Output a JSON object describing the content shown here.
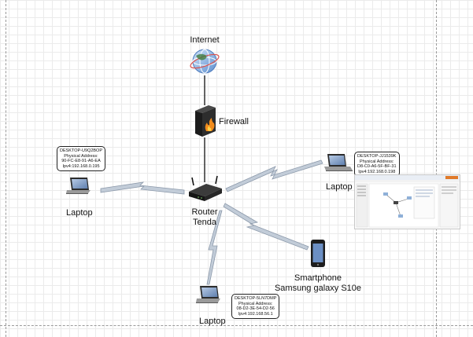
{
  "nodes": {
    "internet": {
      "label": "Internet"
    },
    "firewall": {
      "label": "Firewall"
    },
    "router": {
      "label_line1": "Router",
      "label_line2": "Tenda"
    },
    "laptop_left": {
      "label": "Laptop",
      "info": [
        "DESKTOP-U9Q2BOP",
        "Physical Address:",
        "90-FC-E8-91-A6-EA",
        "Ipv4:192.168.0.195"
      ]
    },
    "laptop_right": {
      "label": "Laptop",
      "info": [
        "DESKTOP-JJ1539K",
        "Physical Address:",
        "D8-C0-A6-5F-BF-31",
        "Ipv4:192.168.0.198"
      ]
    },
    "laptop_bottom": {
      "label": "Laptop",
      "info": [
        "DESKTOP-5LN7DMP",
        "Physical Address:",
        "08-D2-3E-54-D2-56",
        "Ipv4:192.168.56.1"
      ]
    },
    "smartphone": {
      "label_line1": "Smartphone",
      "label_line2": "Samsung galaxy S10e"
    }
  },
  "colors": {
    "wire": "#222222",
    "wireless": "#bcc6d2",
    "wireless_edge": "#8d9aab",
    "laptop_screen": "#7f9cc2",
    "flame": "#f28c1c"
  },
  "icons": [
    "globe-icon",
    "firewall-icon",
    "router-icon",
    "laptop-icon",
    "smartphone-icon"
  ]
}
